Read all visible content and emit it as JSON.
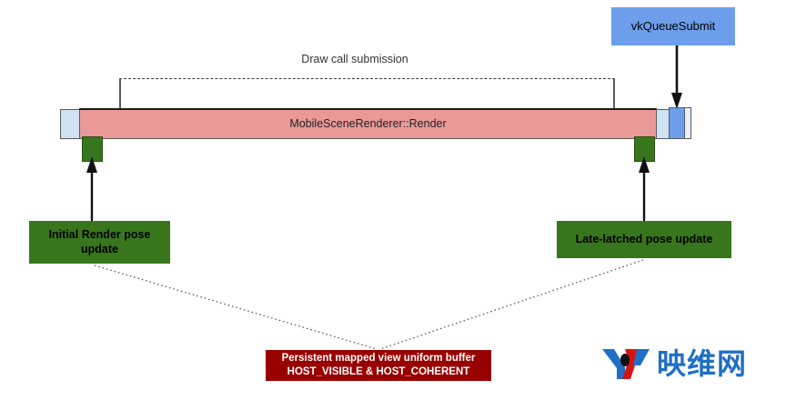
{
  "diagram": {
    "title_bar_label": "MobileSceneRenderer::Render",
    "bracket_label": "Draw call submission",
    "vk_submit_label": "vkQueueSubmit",
    "green_boxes": [
      {
        "label": "Initial Render pose update"
      },
      {
        "label": "Late-latched pose update"
      }
    ],
    "buffer_box": {
      "line1": "Persistent mapped view uniform buffer",
      "line2": "HOST_VISIBLE & HOST_COHERENT"
    },
    "watermark": {
      "mark": "YV",
      "text": "映维网"
    },
    "colors": {
      "bar_pink": "#ea9999",
      "segment_light_blue": "#cfe2f3",
      "segment_blue": "#6d9eeb",
      "green": "#38761d",
      "red": "#990000",
      "logo_blue": "#1f6fc4",
      "logo_red": "#d41414",
      "outline": "#5a5a5a"
    }
  }
}
